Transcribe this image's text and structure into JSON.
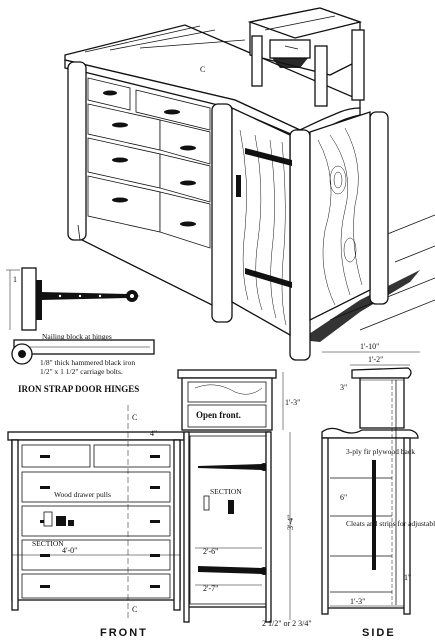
{
  "labels": {
    "front_caption": "FRONT",
    "side_caption": "SIDE",
    "hinge_title": "IRON STRAP DOOR HINGES",
    "hinge_note_1": "Nailing block at hinges",
    "hinge_note_2": "1/8\" thick hammered black iron",
    "hinge_note_3": "1/2\" x 1 1/2\" carriage bolts.",
    "open_front": "Open front.",
    "wood_drawer_pulls": "Wood drawer pulls",
    "section_left": "SECTION",
    "section_door": "SECTION",
    "plywood_back": "3-ply fir plywood back",
    "shelves_note": "Cleats and strips for adjustable shelves",
    "center_line": "C",
    "width_front": "4'-0\"",
    "top_depth": "1'-10\"",
    "upper_depth": "1'-2\"",
    "leg_dim": "2 1/2\" or 2 3/4\"",
    "height_side": "3'-4\"",
    "height_upper": "1'-3\"",
    "door_dim_1": "2'-6\"",
    "door_dim_2": "2'-7\"",
    "depth_dim": "1'-3\"",
    "small_dim_a": "4\"",
    "small_dim_b": "3\"",
    "small_dim_c": "6\"",
    "small_dim_d": "1\""
  }
}
